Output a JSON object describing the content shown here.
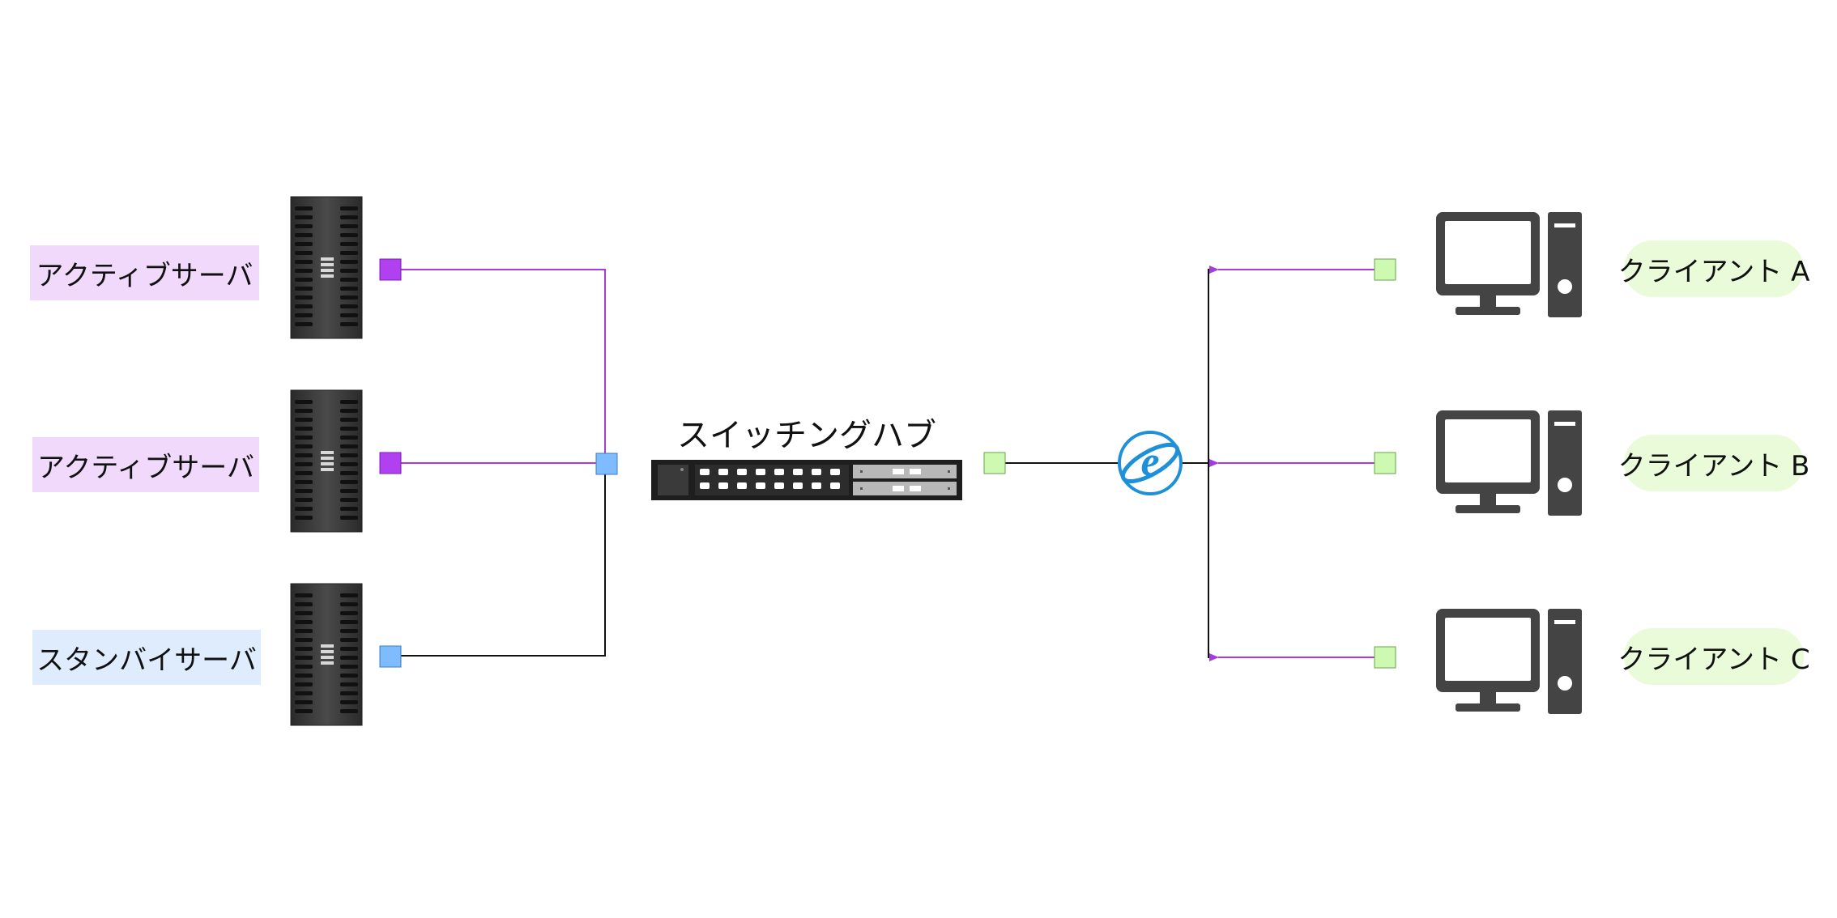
{
  "servers": [
    {
      "label": "アクティブサーバ",
      "role": "active"
    },
    {
      "label": "アクティブサーバ",
      "role": "active"
    },
    {
      "label": "スタンバイサーバ",
      "role": "standby"
    }
  ],
  "hub": {
    "label": "スイッチングハブ"
  },
  "clients": [
    {
      "label": "クライアント A"
    },
    {
      "label": "クライアント B"
    },
    {
      "label": "クライアント C"
    }
  ],
  "icons": {
    "server": "server-rack-icon",
    "hub": "switching-hub-icon",
    "internet": "internet-explorer-icon",
    "client": "desktop-computer-icon"
  },
  "colors": {
    "active_fill": "#f0d9fb",
    "standby_fill": "#deecfd",
    "client_fill": "#e9fbd9",
    "active_port": "#b040f0",
    "standby_port": "#7fbcff",
    "client_port": "#cdfab0",
    "arrow": "#a63ce0",
    "line": "#111111",
    "device": "#444444",
    "ie_blue": "#1e90d8"
  }
}
